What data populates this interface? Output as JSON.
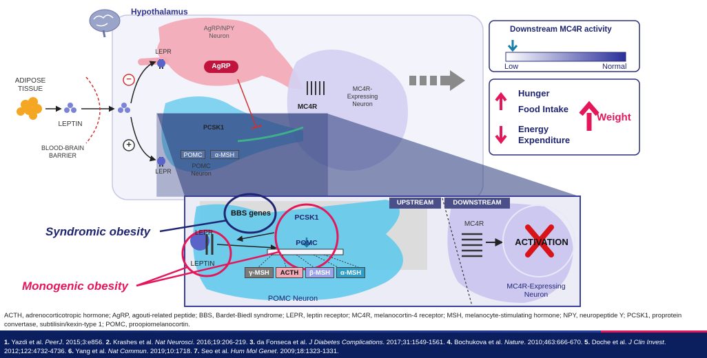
{
  "hypothalamus_label": "Hypothalamus",
  "adipose_tissue": "ADIPOSE\nTISSUE",
  "leptin": "LEPTIN",
  "blood_brain_barrier": "BLOOD-BRAIN\nBARRIER",
  "lepr_top": "LEPR",
  "lepr_bottom": "LEPR",
  "agrp_neuron": "AgRP/NPY\nNeuron",
  "agrp_badge": "AgRP",
  "mc4r_neuron": "MC4R-\nExpressing\nNeuron",
  "mc4r_label": "MC4R",
  "pcsk1_top": "PCSK1",
  "pomc_top": "POMC",
  "alpha_msh_top": "α-MSH",
  "pomc_neuron_top": "POMC\nNeuron",
  "inhibit_sign": "−",
  "activate_sign": "+",
  "activity_panel": {
    "title": "Downstream MC4R activity",
    "low": "Low",
    "normal": "Normal"
  },
  "effects_panel": {
    "hunger": "Hunger",
    "food_intake": "Food Intake",
    "energy_expenditure": "Energy\nExpenditure",
    "weight": "Weight"
  },
  "detail": {
    "upstream": "UPSTREAM",
    "downstream": "DOWNSTREAM",
    "bbs_genes": "BBS genes",
    "pcsk1": "PCSK1",
    "pomc": "POMC",
    "lepr": "LEPR",
    "leptin": "LEPTIN",
    "mc4r": "MC4R",
    "activation": "ACTIVATION",
    "pomc_neuron": "POMC Neuron",
    "mc4r_neuron": "MC4R-Expressing\nNeuron",
    "peptides": [
      "γ-MSH",
      "ACTH",
      "β-MSH",
      "α-MSH"
    ]
  },
  "syndromic_obesity": "Syndromic obesity",
  "monogenic_obesity": "Monogenic obesity",
  "footnote": "ACTH, adrenocorticotropic hormone; AgRP, agouti-related peptide; BBS, Bardet-Biedl syndrome; LEPR, leptin receptor; MC4R, melanocortin-4 receptor; MSH, melanocyte-stimulating hormone; NPY, neuropeptide Y; PCSK1, proprotein convertase, subtilisin/kexin-type 1; POMC, proopiomelanocortin.",
  "references": {
    "r1_num": "1.",
    "r1_pre": "Yazdi et al. ",
    "r1_j": "PeerJ",
    "r1_post": ". 2015;3:e856.",
    "r2_num": "2.",
    "r2_pre": "Krashes et al. ",
    "r2_j": "Nat Neurosci",
    "r2_post": ". 2016;19:206-219.",
    "r3_num": "3.",
    "r3_pre": "da Fonseca et al. ",
    "r3_j": "J Diabetes Complications",
    "r3_post": ". 2017;31:1549-1561.",
    "r4_num": "4.",
    "r4_pre": "Bochukova et al. ",
    "r4_j": "Nature",
    "r4_post": ". 2010;463:666-670.",
    "r5_num": "5.",
    "r5_pre": "Doche et al. ",
    "r5_j": "J Clin Invest",
    "r5_post": ".",
    "r5_cont": "2012;122:4732-4736.",
    "r6_num": "6.",
    "r6_pre": "Yang et al. ",
    "r6_j": "Nat Commun",
    "r6_post": ". 2019;10:1718.",
    "r7_num": "7.",
    "r7_pre": "Seo et al. ",
    "r7_j": "Hum Mol Genet",
    "r7_post": ". 2009;18:1323-1331."
  },
  "colors": {
    "navy": "#1f2570",
    "magenta": "#e3175a",
    "pink_neuron": "#f3a9b5",
    "blue_neuron": "#5bc8ec",
    "lavender_neuron": "#c9c4ef"
  }
}
